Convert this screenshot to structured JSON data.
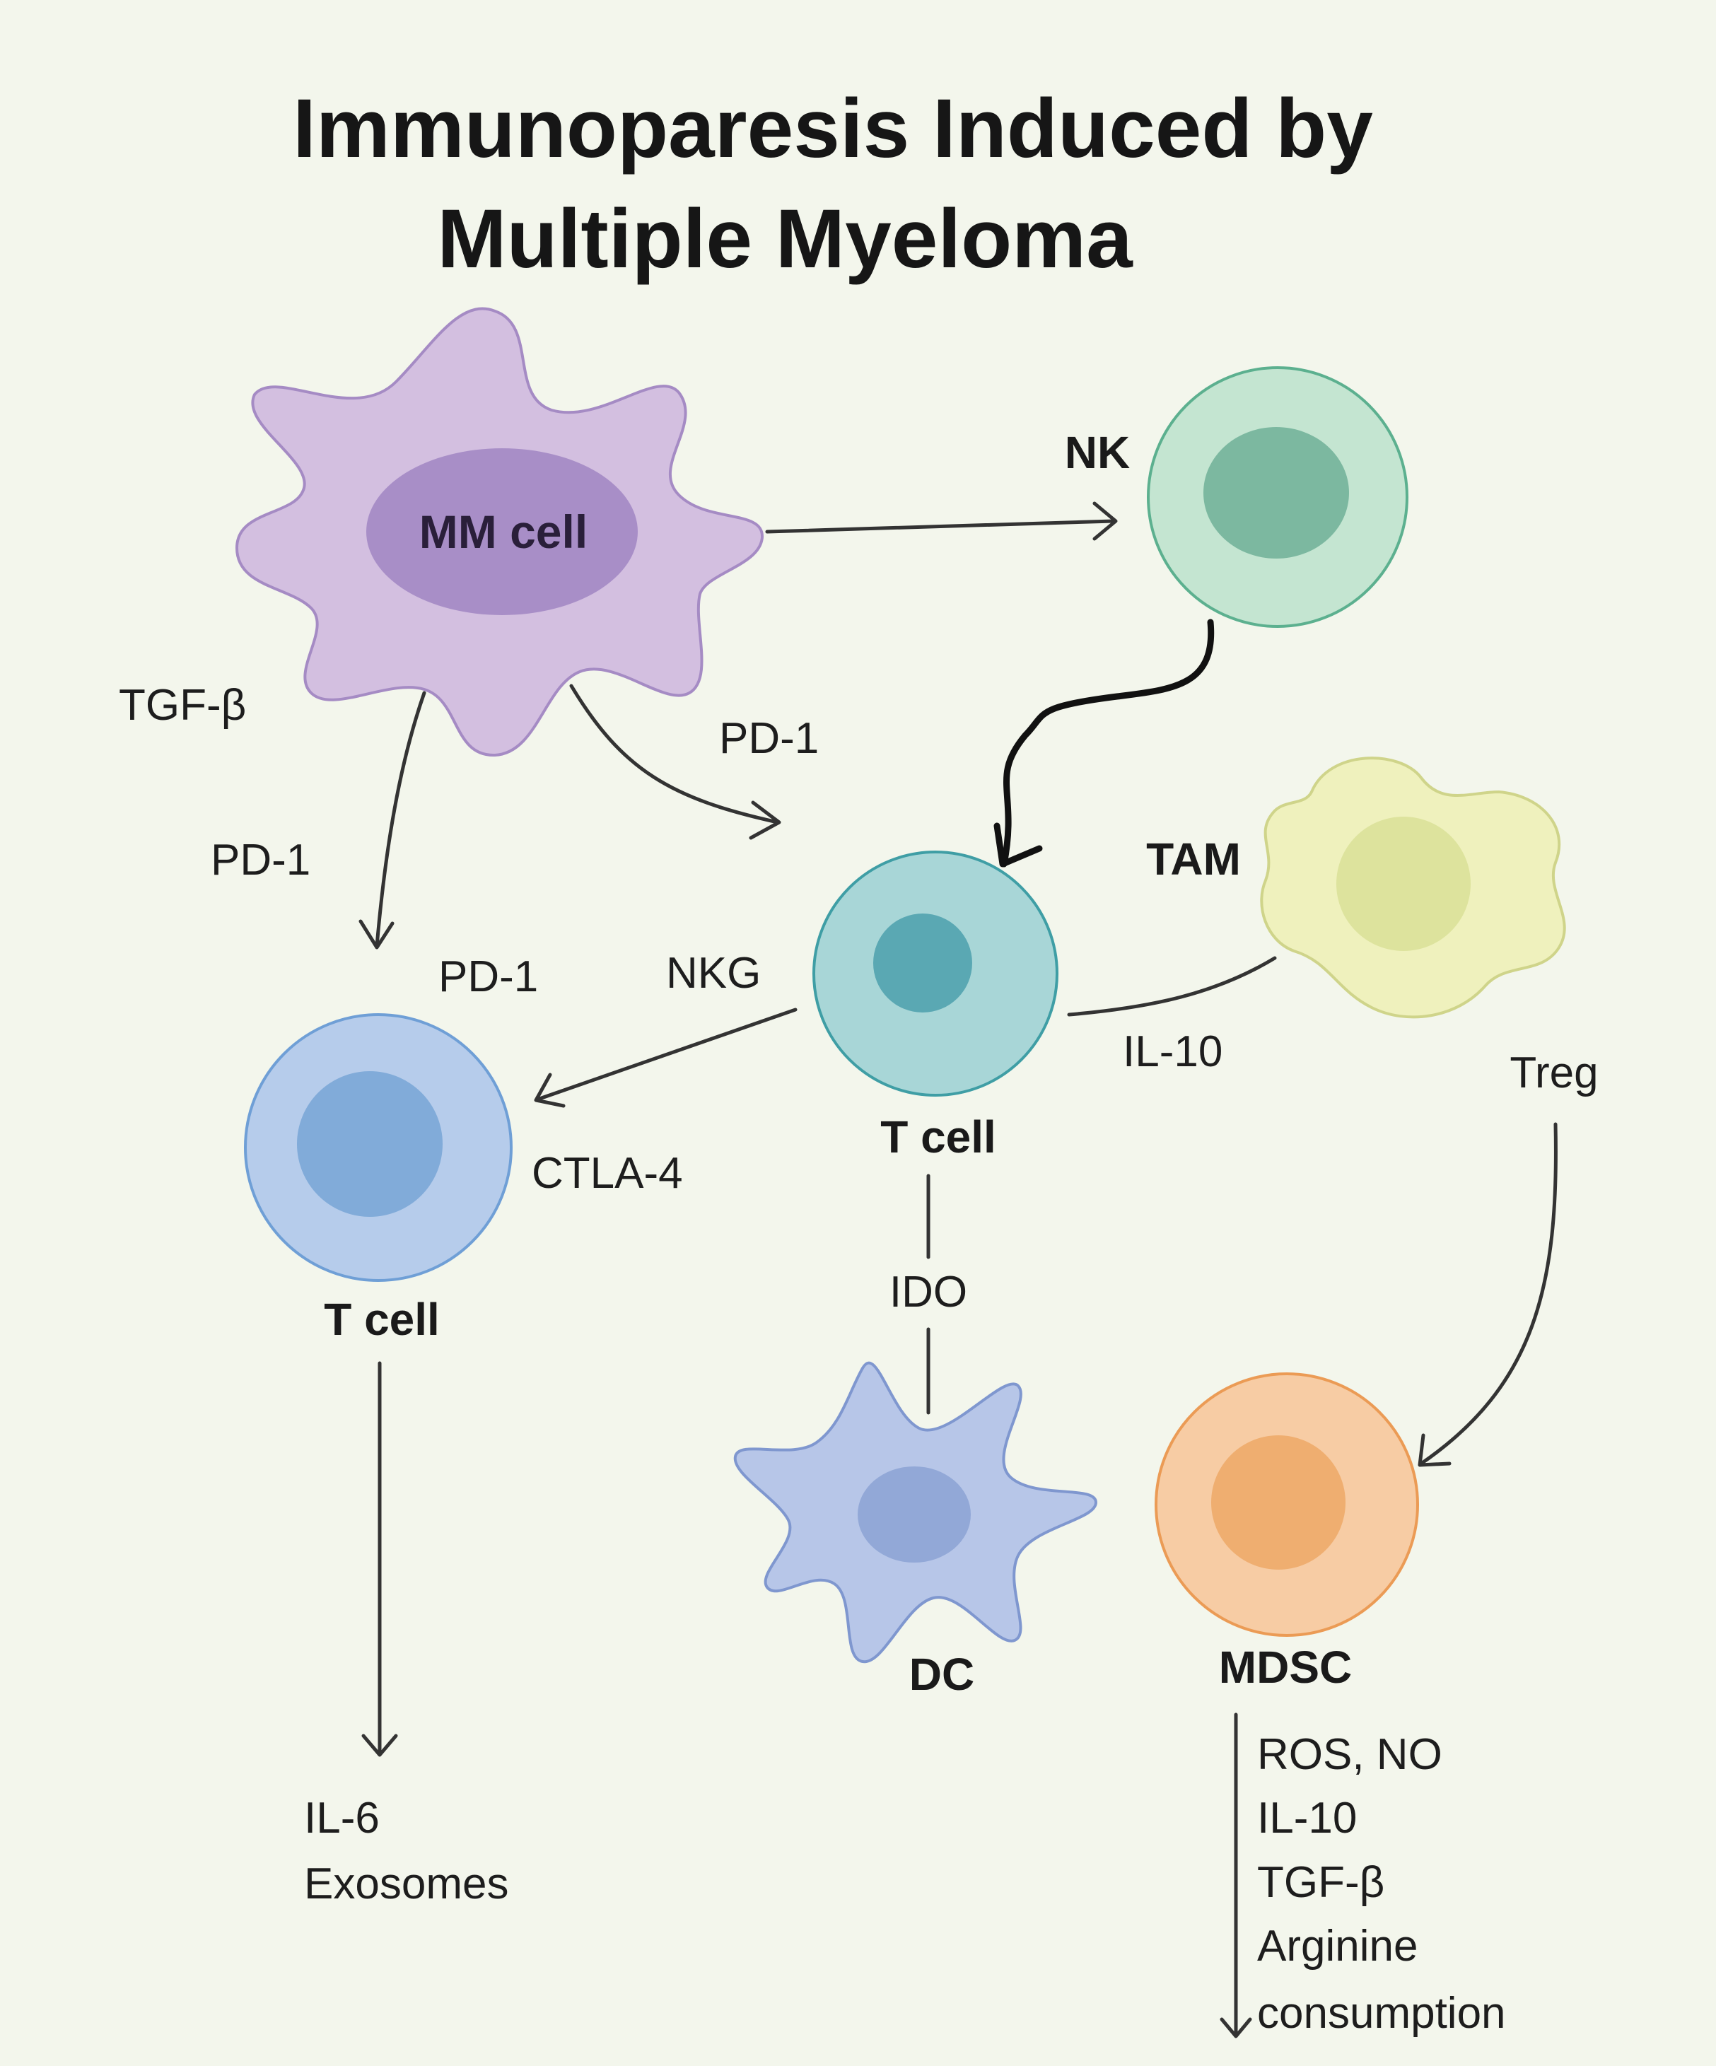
{
  "title": {
    "line1": "Immunoparesis Induced by",
    "line2": "Multiple Myeloma"
  },
  "cells": {
    "mm": {
      "label": "MM cell",
      "color": "#d3bfe0",
      "nucleus_color": "#a88ec7"
    },
    "nk": {
      "label": "NK",
      "color": "#c4e5d1",
      "nucleus_color": "#7cb8a0"
    },
    "t_center": {
      "label": "T cell",
      "color": "#a8d6d7",
      "nucleus_color": "#5aa8b3"
    },
    "tam": {
      "label": "TAM",
      "color": "#eff1bd",
      "nucleus_color": "#dde39d"
    },
    "t_left": {
      "label": "T cell",
      "color": "#b6cceb",
      "nucleus_color": "#81abd9"
    },
    "dc": {
      "label": "DC",
      "color": "#b7c6e8",
      "nucleus_color": "#92a8d7"
    },
    "mdsc": {
      "label": "MDSC",
      "color": "#f7cca4",
      "nucleus_color": "#efae70"
    }
  },
  "labels": {
    "tgf_beta": "TGF-β",
    "pd1_right": "PD-1",
    "pd1_left": "PD-1",
    "pd1_mid": "PD-1",
    "nkg": "NKG",
    "il10": "IL-10",
    "ctla4": "CTLA-4",
    "ido": "IDO",
    "treg": "Treg"
  },
  "outputs": {
    "left": [
      "IL-6",
      "Exosomes"
    ],
    "mdsc": [
      "ROS, NO",
      "IL-10",
      "TGF-β",
      "Arginine",
      "consumption"
    ]
  }
}
